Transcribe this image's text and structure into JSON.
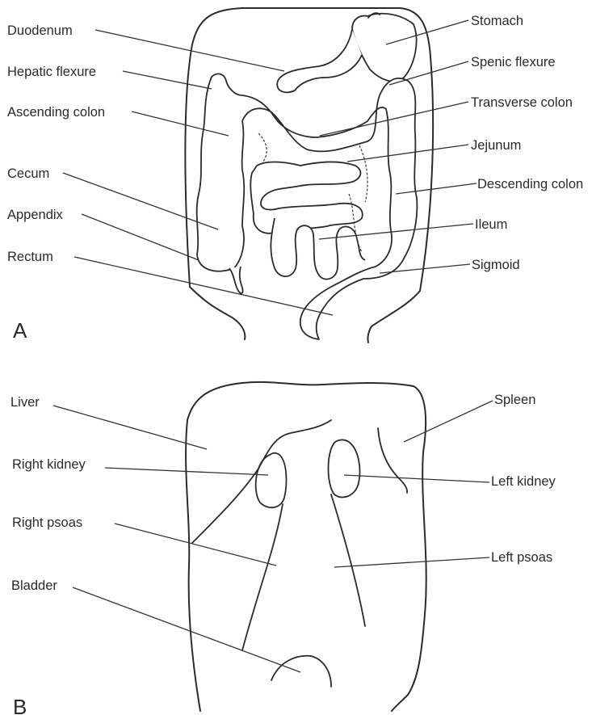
{
  "panels": [
    {
      "letter": "A",
      "labels": [
        {
          "id": "duodenum",
          "text": "Duodenum"
        },
        {
          "id": "hepatic-flexure",
          "text": "Hepatic flexure"
        },
        {
          "id": "ascending-colon",
          "text": "Ascending colon"
        },
        {
          "id": "cecum",
          "text": "Cecum"
        },
        {
          "id": "appendix",
          "text": "Appendix"
        },
        {
          "id": "rectum",
          "text": "Rectum"
        },
        {
          "id": "stomach",
          "text": "Stomach"
        },
        {
          "id": "splenic-flexure",
          "text": "Spenic flexure"
        },
        {
          "id": "transverse-colon",
          "text": "Transverse colon"
        },
        {
          "id": "jejunum",
          "text": "Jejunum"
        },
        {
          "id": "descending-colon",
          "text": "Descending colon"
        },
        {
          "id": "ileum",
          "text": "Ileum"
        },
        {
          "id": "sigmoid",
          "text": "Sigmoid"
        }
      ]
    },
    {
      "letter": "B",
      "labels": [
        {
          "id": "liver",
          "text": "Liver"
        },
        {
          "id": "right-kidney",
          "text": "Right kidney"
        },
        {
          "id": "right-psoas",
          "text": "Right psoas"
        },
        {
          "id": "bladder",
          "text": "Bladder"
        },
        {
          "id": "spleen",
          "text": "Spleen"
        },
        {
          "id": "left-kidney",
          "text": "Left kidney"
        },
        {
          "id": "left-psoas",
          "text": "Left psoas"
        }
      ]
    }
  ]
}
